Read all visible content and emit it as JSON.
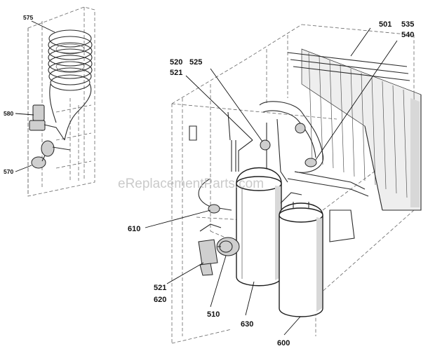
{
  "labels": {
    "p575": "575",
    "p580": "580",
    "p570": "570",
    "p520": "520",
    "p521a": "521",
    "p525": "525",
    "p501": "501",
    "p535": "535",
    "p540": "540",
    "p610": "610",
    "p521b": "521",
    "p620": "620",
    "p510": "510",
    "p630": "630",
    "p600": "600"
  },
  "watermark": "eReplacementParts.com"
}
